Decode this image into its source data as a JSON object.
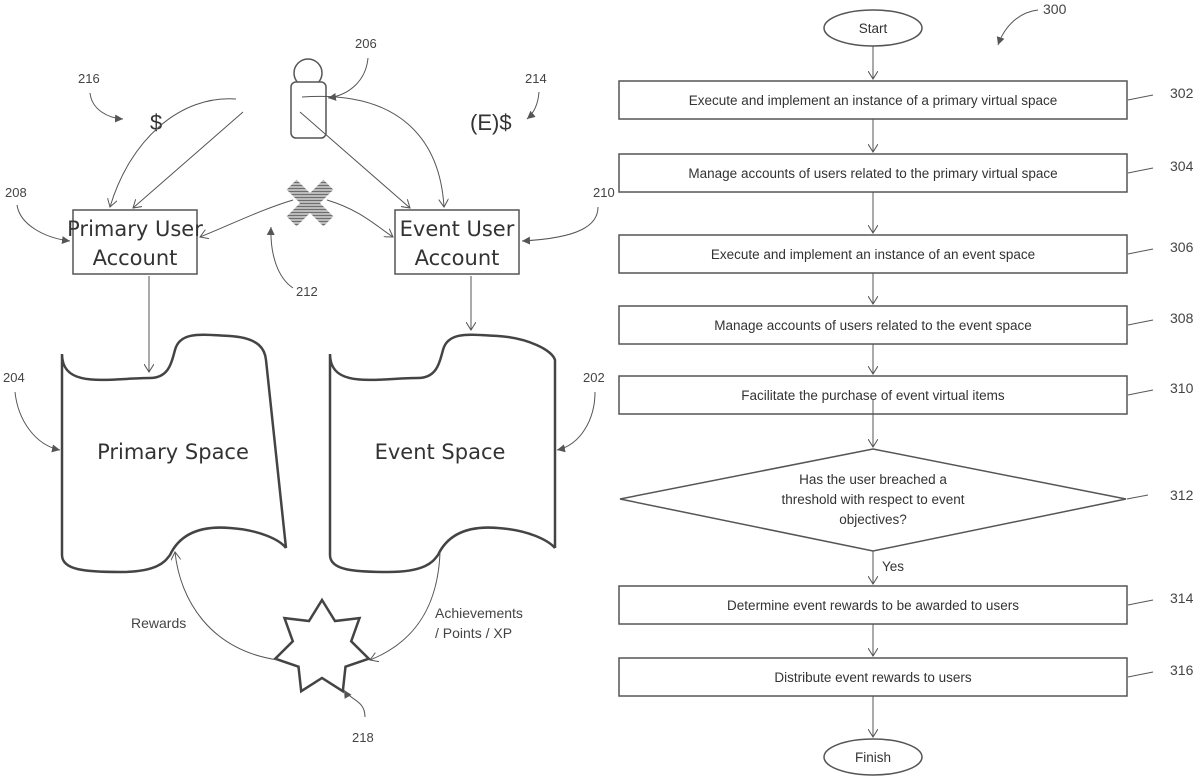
{
  "left_diagram": {
    "user": {
      "ref": "206"
    },
    "currency_primary": {
      "symbol": "$",
      "ref": "216"
    },
    "currency_event": {
      "symbol": "(E)$",
      "ref": "214"
    },
    "primary_account": {
      "line1": "Primary User",
      "line2": "Account",
      "ref": "208"
    },
    "event_account": {
      "line1": "Event User",
      "line2": "Account",
      "ref": "210"
    },
    "blocked_transfer": {
      "ref": "212"
    },
    "primary_space": {
      "label": "Primary Space",
      "ref": "204"
    },
    "event_space": {
      "label": "Event Space",
      "ref": "202"
    },
    "reward_star": {
      "ref": "218"
    },
    "rewards_label": "Rewards",
    "achievements_label_1": "Achievements",
    "achievements_label_2": "/ Points / XP"
  },
  "flowchart": {
    "ref": "300",
    "start": "Start",
    "finish": "Finish",
    "steps": [
      {
        "text": "Execute and implement an instance of a primary virtual space",
        "ref": "302"
      },
      {
        "text": "Manage accounts of users related to the primary virtual space",
        "ref": "304"
      },
      {
        "text": "Execute and implement an instance of an event space",
        "ref": "306"
      },
      {
        "text": "Manage accounts of users related to the event space",
        "ref": "308"
      },
      {
        "text": "Facilitate the purchase of event virtual items",
        "ref": "310"
      }
    ],
    "decision": {
      "line1": "Has the user  breached a",
      "line2": "threshold with respect to event",
      "line3": "objectives?",
      "ref": "312",
      "yes_label": "Yes"
    },
    "post_steps": [
      {
        "text": "Determine event rewards to be awarded to users",
        "ref": "314"
      },
      {
        "text": "Distribute event rewards to users",
        "ref": "316"
      }
    ]
  }
}
